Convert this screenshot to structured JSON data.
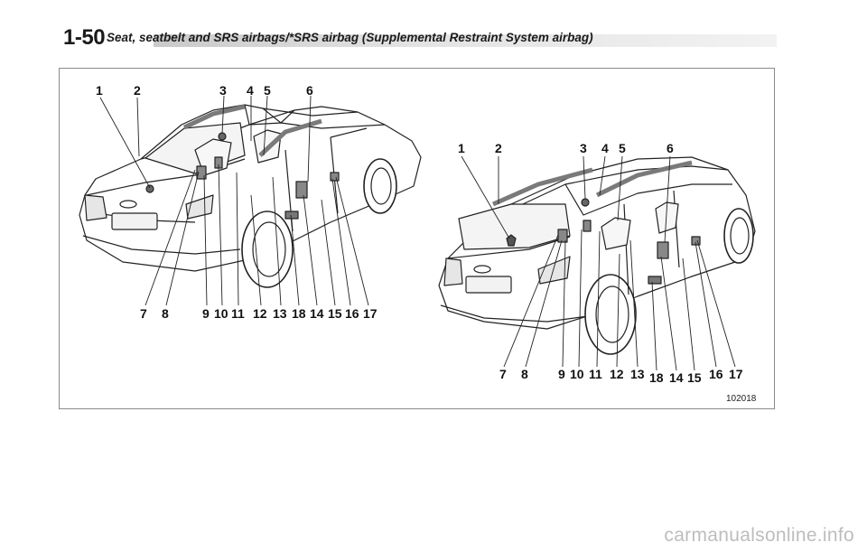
{
  "header": {
    "page_number": "1-50",
    "section_title": "Seat, seatbelt and SRS airbags/*SRS airbag (Supplemental Restraint System airbag)"
  },
  "figure": {
    "sedan_callouts": {
      "top": [
        "1",
        "2",
        "3",
        "4",
        "5",
        "6"
      ],
      "bottom": [
        "7",
        "8",
        "9",
        "10",
        "11",
        "12",
        "13",
        "18",
        "14",
        "15",
        "16",
        "17"
      ]
    },
    "wagon_callouts": {
      "top": [
        "1",
        "2",
        "3",
        "4",
        "5",
        "6"
      ],
      "bottom": [
        "7",
        "8",
        "9",
        "10",
        "11",
        "12",
        "13",
        "18",
        "14",
        "15",
        "16",
        "17"
      ]
    },
    "figure_id": "102018"
  },
  "footer": {
    "watermark": "carmanualsonline.info"
  }
}
